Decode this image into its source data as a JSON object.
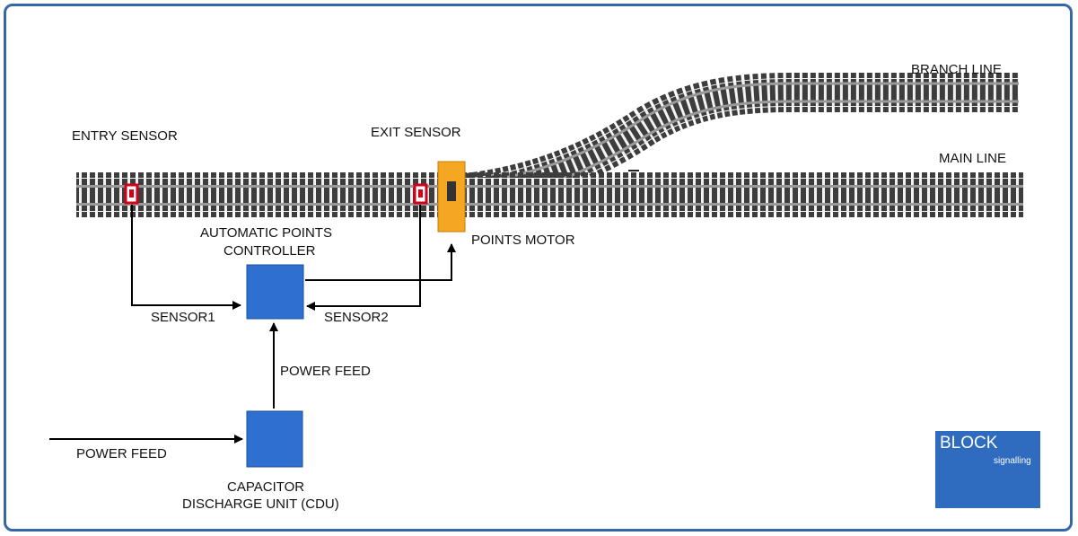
{
  "labels": {
    "entry_sensor": "ENTRY SENSOR",
    "exit_sensor": "EXIT SENSOR",
    "branch_line": "BRANCH LINE",
    "main_line": "MAIN LINE",
    "points_motor": "POINTS MOTOR",
    "controller_line1": "AUTOMATIC POINTS",
    "controller_line2": "CONTROLLER",
    "sensor1": "SENSOR1",
    "sensor2": "SENSOR2",
    "power_feed_top": "POWER FEED",
    "power_feed_left": "POWER FEED",
    "cdu_line1": "CAPACITOR",
    "cdu_line2": "DISCHARGE UNIT (CDU)"
  },
  "logo": {
    "title": "BLOCK",
    "subtitle": "signalling"
  },
  "colors": {
    "frame": "#3567a8",
    "box": "#2f6fd0",
    "box_border": "#1d4f9c",
    "points_motor": "#f5a623",
    "sensor": "#d0021b",
    "logo_bg": "#2f6cc0",
    "rail": "#8c8c8c",
    "sleeper": "#444444"
  }
}
